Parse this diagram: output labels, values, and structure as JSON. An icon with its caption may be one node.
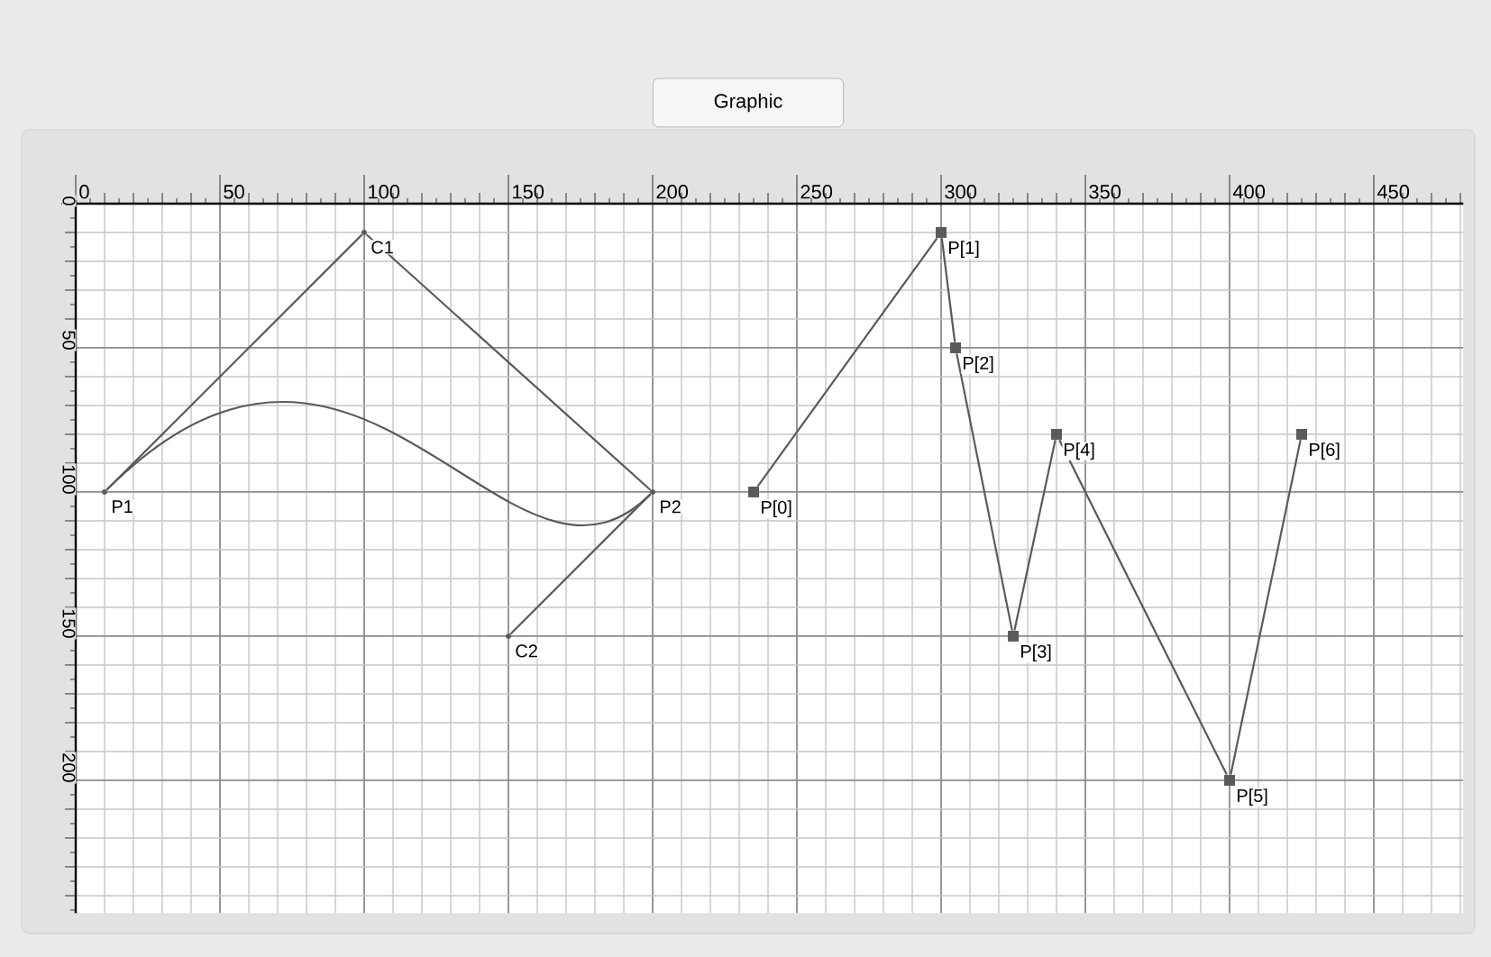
{
  "diagram": {
    "nodes": [
      {
        "text": [],
        "shape": "point",
        "beside": [
          "P1"
        ]
      },
      {
        "text": [],
        "shape": "point",
        "beside": [
          "C1"
        ]
      },
      {
        "text": [],
        "shape": "point",
        "beside": [
          "P2"
        ]
      },
      {
        "text": [],
        "shape": "point",
        "beside": [
          "C2"
        ]
      },
      {
        "text": [],
        "shape": "box",
        "beside": [
          "P[0]"
        ]
      },
      {
        "text": [],
        "shape": "box",
        "beside": [
          "P[1]"
        ]
      },
      {
        "text": [],
        "shape": "box",
        "beside": [
          "P[2]"
        ]
      },
      {
        "text": [],
        "shape": "box",
        "beside": [
          "P[3]"
        ]
      },
      {
        "text": [],
        "shape": "box",
        "beside": [
          "P[4]"
        ]
      },
      {
        "text": [],
        "shape": "box",
        "beside": [
          "P[5]"
        ]
      },
      {
        "text": [],
        "shape": "box",
        "beside": [
          "P[6]"
        ]
      }
    ],
    "edges": [
      {
        "from": 0,
        "to": 1,
        "arrow": "none"
      },
      {
        "from": 1,
        "to": 2,
        "arrow": "none"
      },
      {
        "from": 2,
        "to": 3,
        "arrow": "none"
      },
      {
        "from": 0,
        "to": 2,
        "arrow": "none"
      },
      {
        "from": 4,
        "to": 5,
        "arrow": "none"
      },
      {
        "from": 5,
        "to": 6,
        "arrow": "none"
      },
      {
        "from": 6,
        "to": 7,
        "arrow": "none"
      },
      {
        "from": 7,
        "to": 8,
        "arrow": "none"
      },
      {
        "from": 8,
        "to": 9,
        "arrow": "none"
      },
      {
        "from": 9,
        "to": 10,
        "arrow": "none"
      }
    ],
    "labels": [
      "Graphic",
      "0",
      "50",
      "100",
      "150",
      "200",
      "250",
      "300",
      "350",
      "400",
      "450",
      "0",
      "50",
      "100",
      "150",
      "200"
    ]
  }
}
